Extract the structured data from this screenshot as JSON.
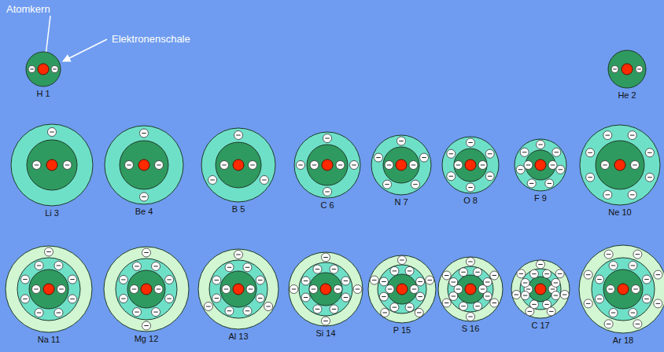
{
  "diagram": {
    "nodes": [
      {
        "text": [
          "H 1"
        ]
      },
      {
        "text": [
          "He 2"
        ]
      },
      {
        "text": [
          "Li 3"
        ]
      },
      {
        "text": [
          "Be 4"
        ]
      },
      {
        "text": [
          "B 5"
        ]
      },
      {
        "text": [
          "C 6"
        ]
      },
      {
        "text": [
          "N 7"
        ]
      },
      {
        "text": [
          "O 8"
        ]
      },
      {
        "text": [
          "F 9"
        ]
      },
      {
        "text": [
          "Ne 10"
        ]
      },
      {
        "text": [
          "Na 11"
        ]
      },
      {
        "text": [
          "Mg 12"
        ]
      },
      {
        "text": [
          "Al 13"
        ]
      },
      {
        "text": [
          "Si 14"
        ]
      },
      {
        "text": [
          "P 15"
        ]
      },
      {
        "text": [
          "S 16"
        ]
      },
      {
        "text": [
          "C 17"
        ]
      },
      {
        "text": [
          "Ar 18"
        ]
      }
    ],
    "labels": [
      "Atomkern",
      "Elektronenschale"
    ]
  }
}
